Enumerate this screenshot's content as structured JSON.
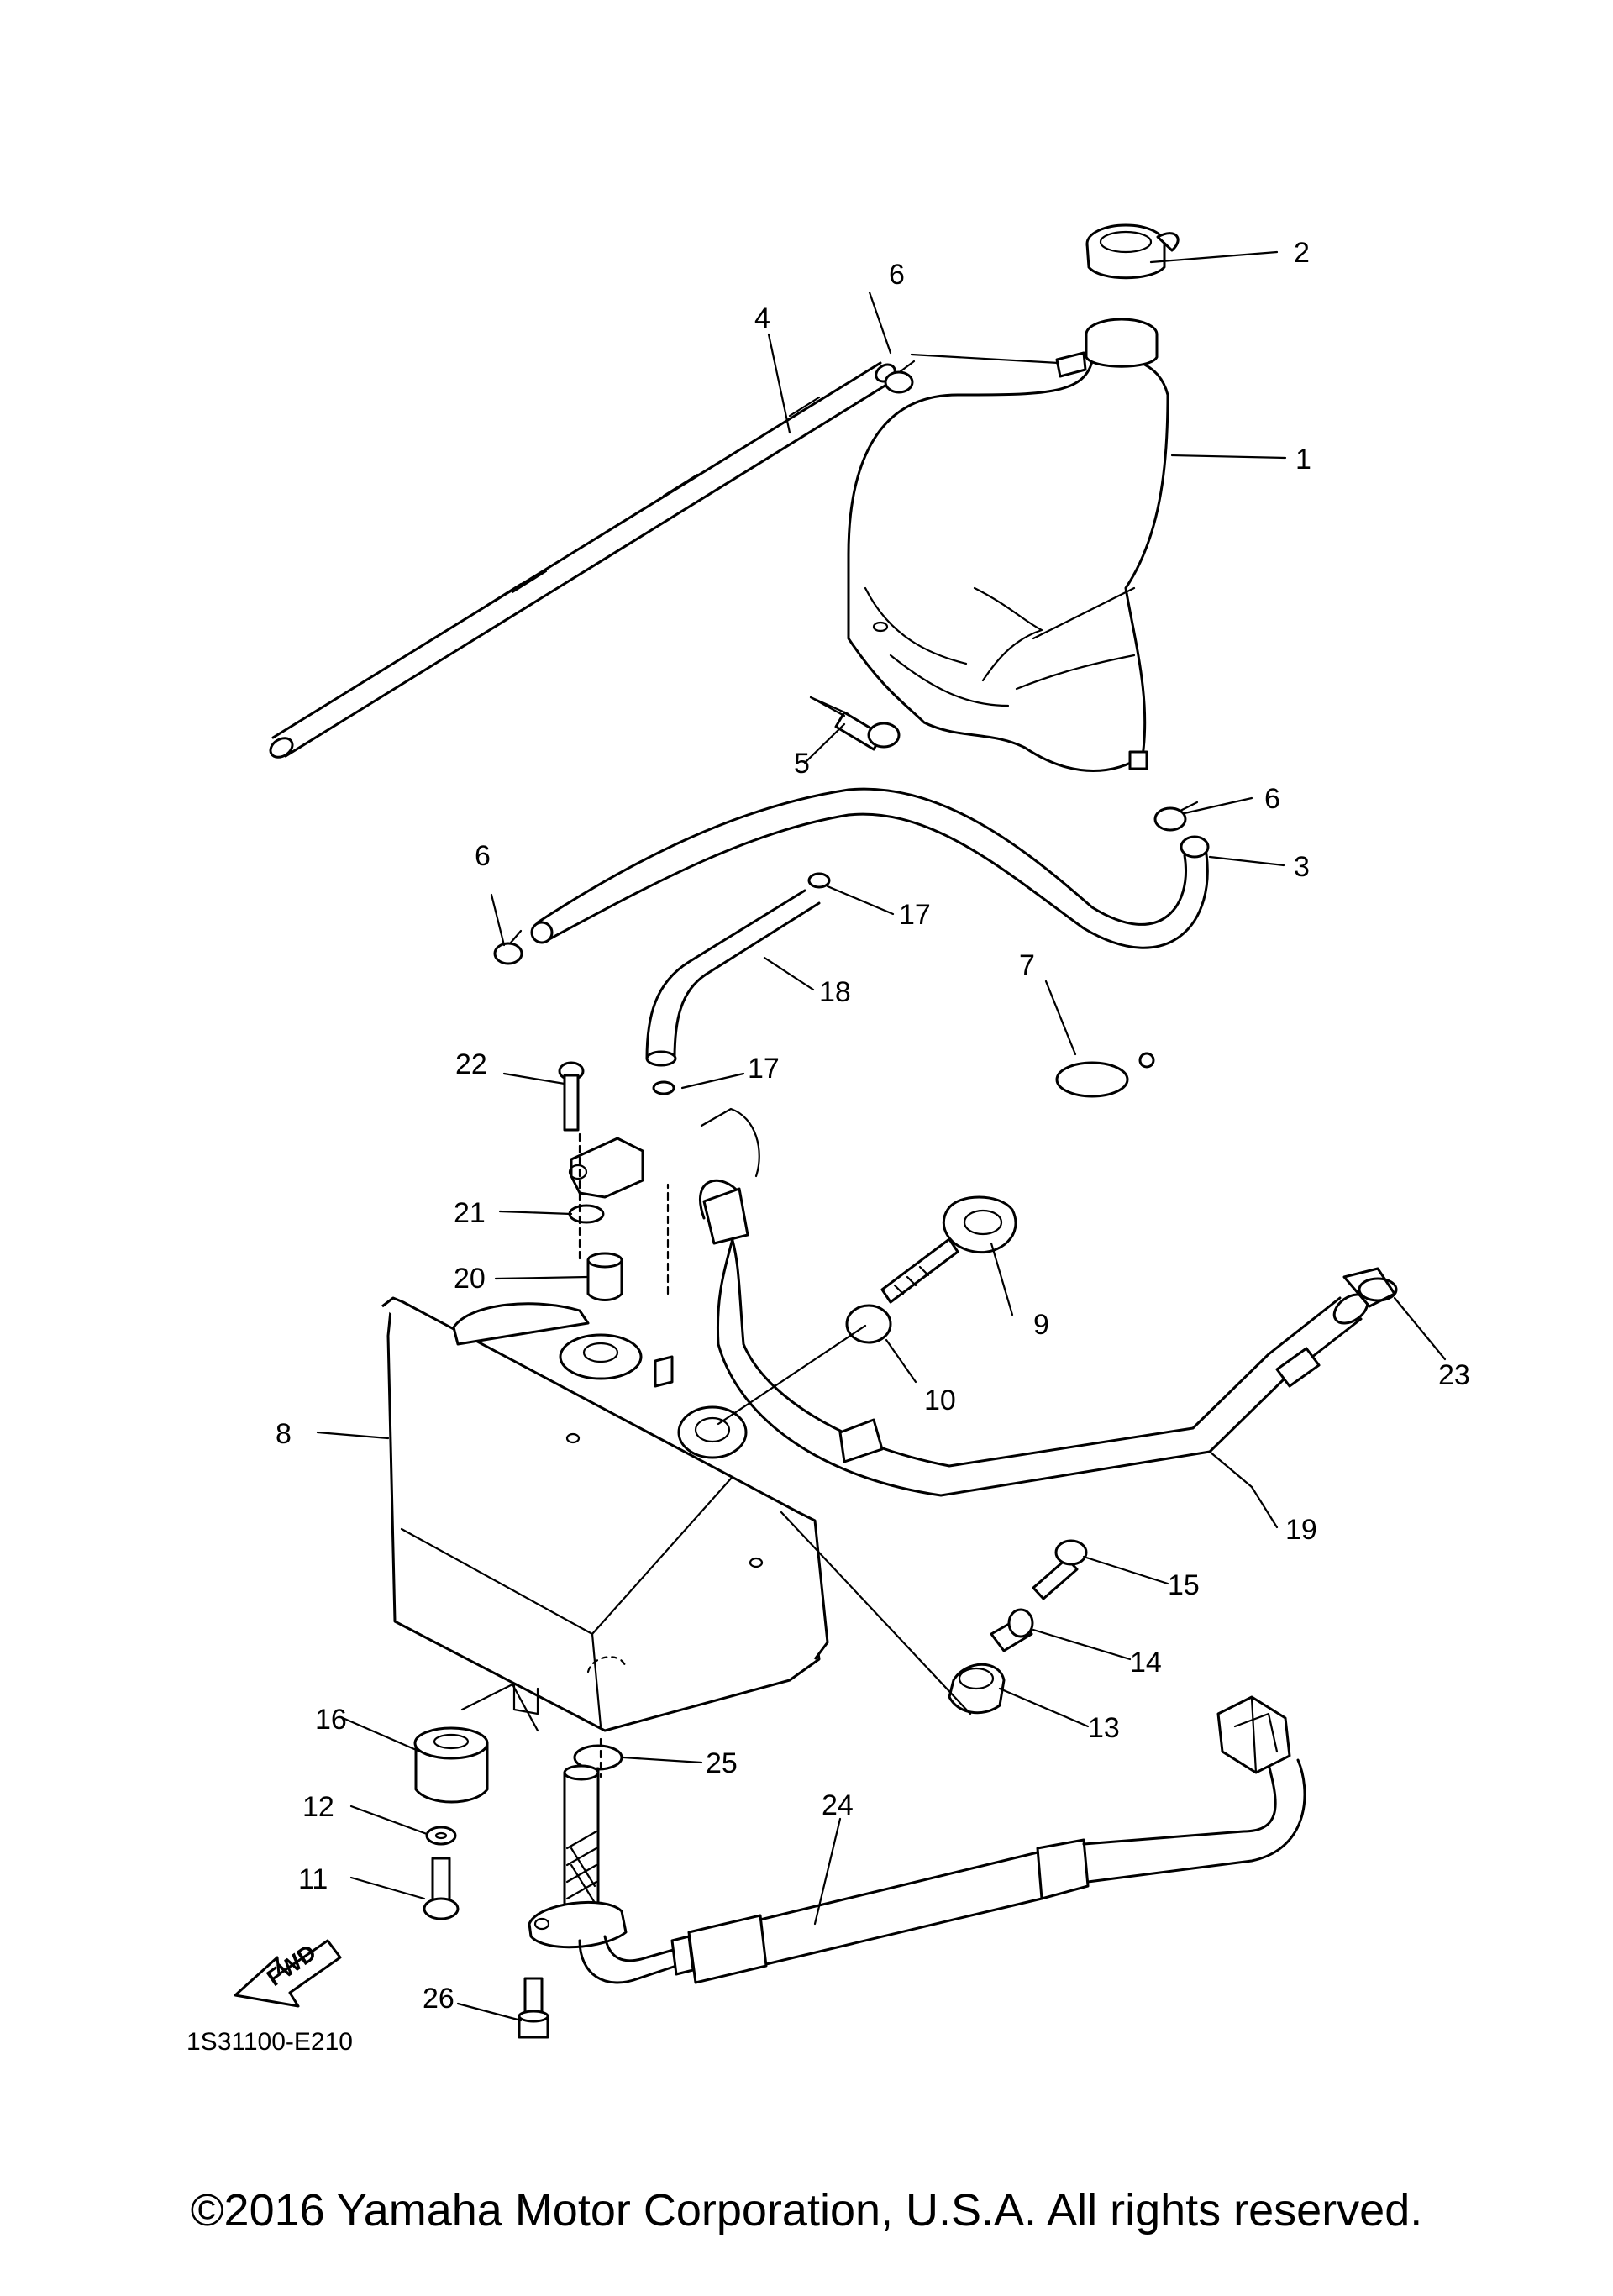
{
  "diagram": {
    "reference_code": "1S31100-E210",
    "fwd_label": "FWD",
    "callouts": [
      "1",
      "2",
      "3",
      "4",
      "5",
      "6",
      "6",
      "6",
      "7",
      "8",
      "9",
      "10",
      "11",
      "12",
      "13",
      "14",
      "15",
      "16",
      "17",
      "17",
      "18",
      "19",
      "20",
      "21",
      "22",
      "23",
      "24",
      "25",
      "26"
    ]
  },
  "footer": {
    "copyright": "©2016 Yamaha Motor Corporation, U.S.A. All rights reserved."
  }
}
